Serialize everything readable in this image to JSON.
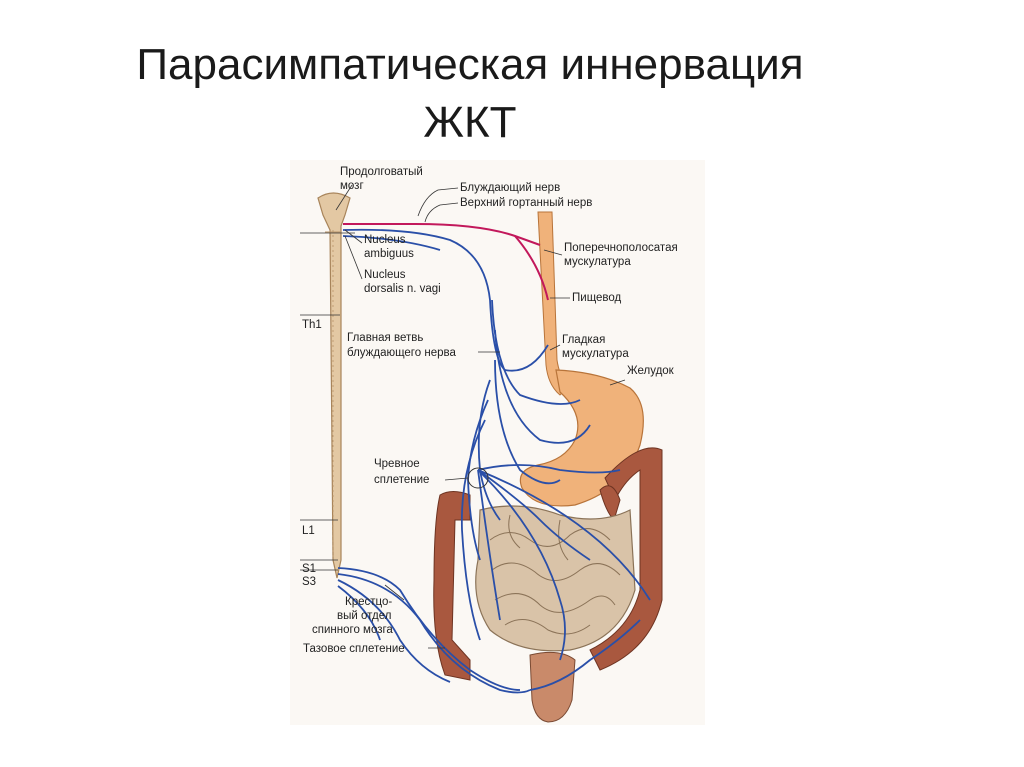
{
  "title": {
    "line1": "Парасимпатическая иннервация",
    "line2": "ЖКТ"
  },
  "labels": {
    "medulla_1": "Продолговатый",
    "medulla_2": "мозг",
    "vagus": "Блуждающий нерв",
    "laryngeal": "Верхний гортанный нерв",
    "ambiguus_1": "Nucleus",
    "ambiguus_2": "ambiguus",
    "dorsalis_1": "Nucleus",
    "dorsalis_2": "dorsalis n. vagi",
    "striated_1": "Поперечнополосатая",
    "striated_2": "мускулатура",
    "esophagus": "Пищевод",
    "main_branch_1": "Главная ветвь",
    "main_branch_2": "блуждающего нерва",
    "smooth_1": "Гладкая",
    "smooth_2": "мускулатура",
    "stomach": "Желудок",
    "celiac_1": "Чревное",
    "celiac_2": "сплетение",
    "sacral_1": "Крестцо-",
    "sacral_2": "вый отдел",
    "sacral_3": "спинного мозга",
    "pelvic": "Тазовое сплетение"
  },
  "levels": {
    "th1": "Th1",
    "l1": "L1",
    "s1": "S1",
    "s3": "S3"
  },
  "colors": {
    "nerve_blue": "#2a4fa8",
    "nerve_red": "#c2185b",
    "organ_orange": "#f0b27a",
    "organ_stroke": "#b8743a",
    "intestine": "#d9c3a8",
    "colon": "#a9583f",
    "spinal_cord": "#e3c8a3"
  }
}
